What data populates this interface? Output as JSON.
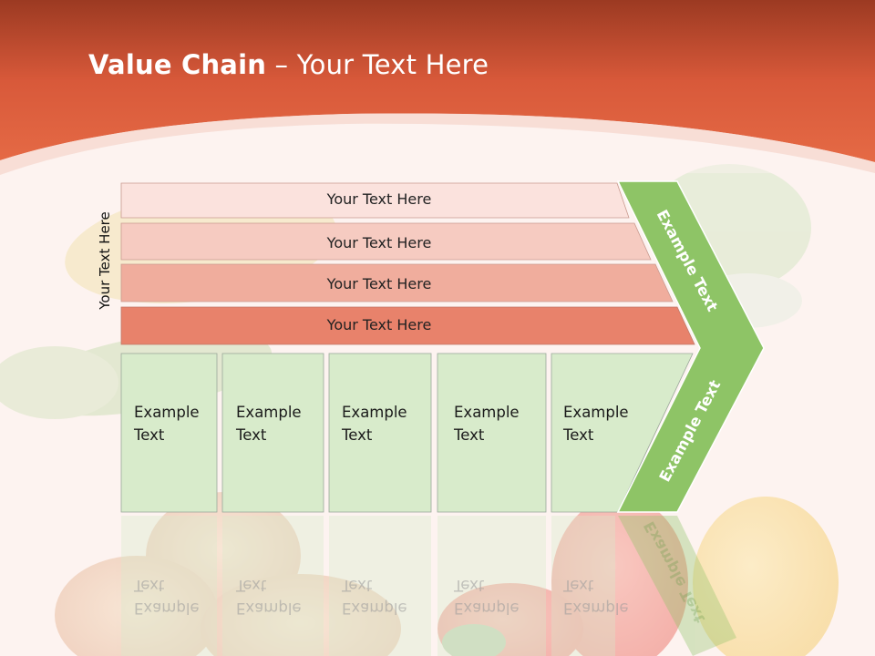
{
  "title": {
    "bold": "Value Chain",
    "rest": " – Your Text Here"
  },
  "side_label": "Your Text Here",
  "bars": [
    "Your Text Here",
    "Your Text Here",
    "Your Text Here",
    "Your Text Here"
  ],
  "boxes": [
    {
      "line1": "Example",
      "line2": "Text"
    },
    {
      "line1": "Example",
      "line2": "Text"
    },
    {
      "line1": "Example",
      "line2": "Text"
    },
    {
      "line1": "Example",
      "line2": "Text"
    },
    {
      "line1": "Example",
      "line2": "Text"
    }
  ],
  "arrow": {
    "upper": "Example Text",
    "lower": "Example Text"
  },
  "colors": {
    "header": "#e0623f",
    "bar1": "#fbe2dd",
    "bar2": "#f6cbc1",
    "bar3": "#f0ad9d",
    "bar4": "#e8826b",
    "box": "#d8ebcb",
    "arrow": "#8ec466"
  }
}
